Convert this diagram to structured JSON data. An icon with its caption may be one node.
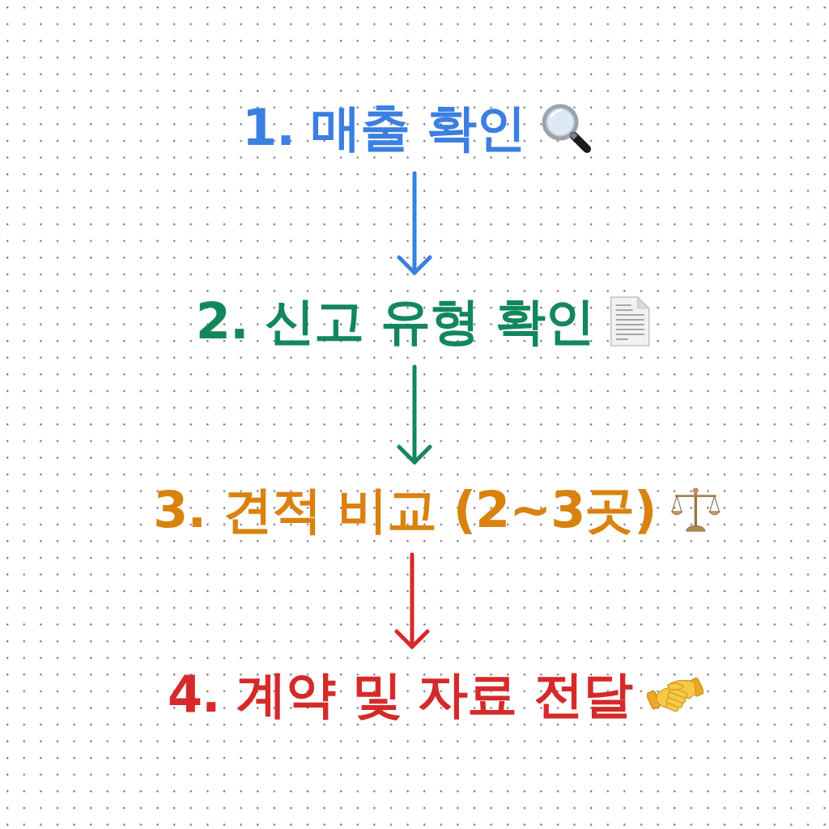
{
  "diagram": {
    "nodes": [
      {
        "text": [
          "1. 매출 확인"
        ]
      },
      {
        "text": [
          "2. 신고 유형 확인"
        ]
      },
      {
        "text": [
          "3. 견적 비교 (2~3곳)"
        ]
      },
      {
        "text": [
          "4. 계약 및 자료 전달"
        ]
      }
    ],
    "edges": [
      {
        "from": 0,
        "to": 1,
        "arrow": "to",
        "color": "#3b7fe0"
      },
      {
        "from": 1,
        "to": 2,
        "arrow": "to",
        "color": "#13875c"
      },
      {
        "from": 2,
        "to": 3,
        "arrow": "to",
        "color": "#d62a2a"
      }
    ]
  }
}
